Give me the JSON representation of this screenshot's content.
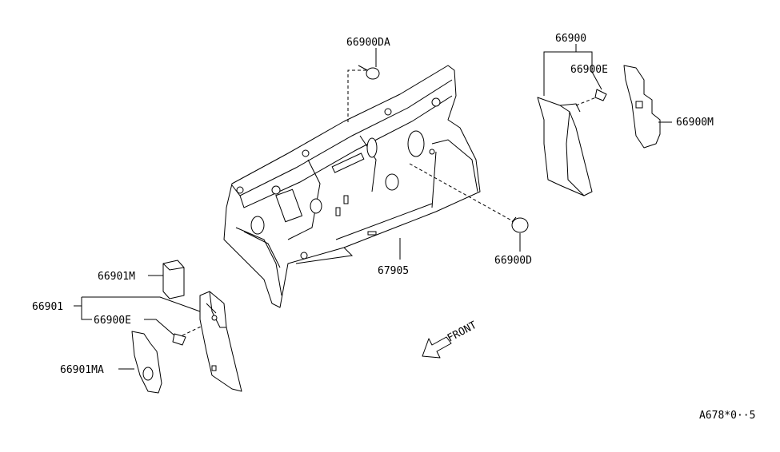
{
  "diagram": {
    "labels": {
      "p66900DA": "66900DA",
      "p66900": "66900",
      "p66900E_right": "66900E",
      "p66900M": "66900M",
      "p66900D": "66900D",
      "p67905": "67905",
      "p66901M": "66901M",
      "p66901": "66901",
      "p66900E_left": "66900E",
      "p66901MA": "66901MA",
      "front": "FRONT",
      "ref_code": "A678*0··5"
    }
  }
}
